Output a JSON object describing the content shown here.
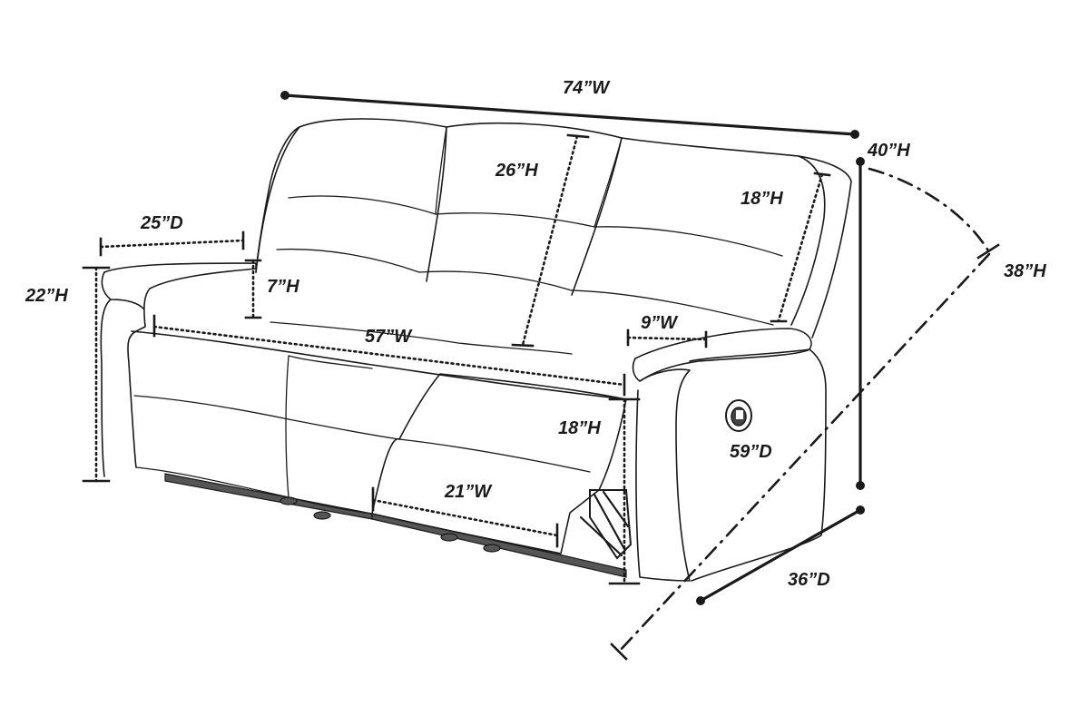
{
  "dimensions": {
    "overall_width": "74”W",
    "overall_height": "40”H",
    "recline_height": "38”H",
    "overall_depth": "36”D",
    "recline_depth": "59”D",
    "back_height": "26”H",
    "back_side_height": "18”H",
    "arm_width": "9”W",
    "seat_width": "57”W",
    "seat_depth": "25”D",
    "arm_height": "22”H",
    "arm_above_seat": "7”H",
    "seat_height": "18”H",
    "footrest_width": "21”W"
  },
  "colors": {
    "line": "#1a1a1a",
    "background": "#ffffff",
    "base": "#555555"
  }
}
